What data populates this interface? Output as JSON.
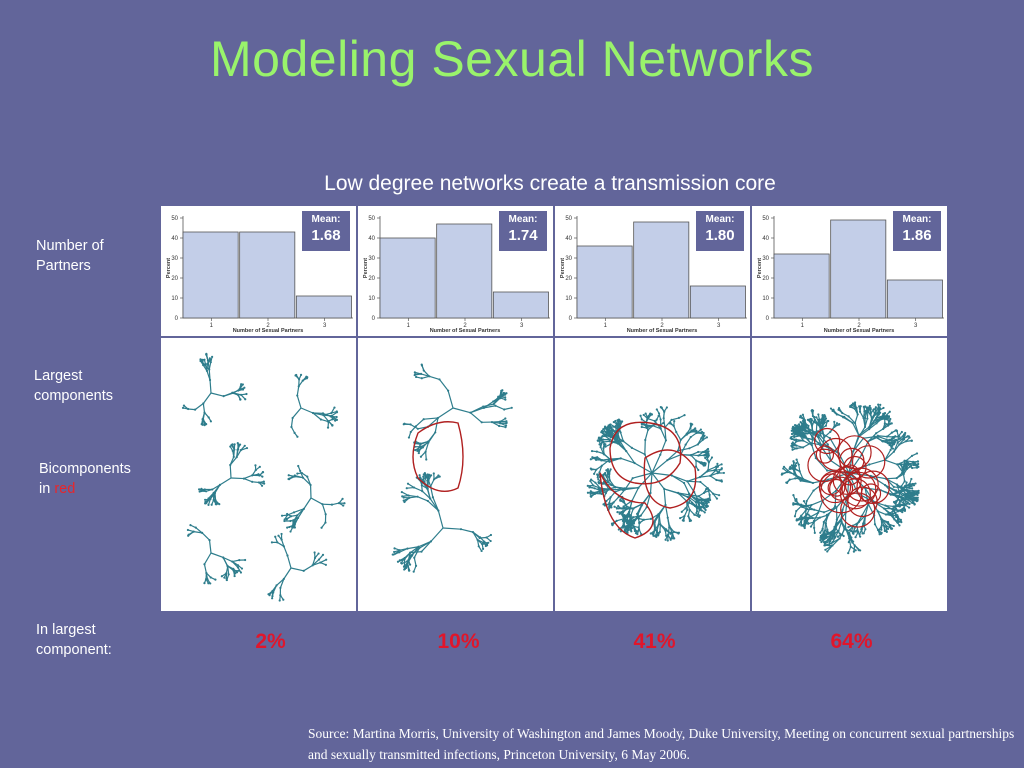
{
  "title": "Modeling Sexual Networks",
  "subtitle": "Low degree networks create a transmission core",
  "labels": {
    "number_of_partners": [
      "Number of",
      "Partners"
    ],
    "largest_components": [
      "Largest",
      "components"
    ],
    "bicomponents_prefix": "Bicomponents",
    "bicomponents_in": "in ",
    "bicomponents_red": "red",
    "in_largest": [
      "In largest",
      "component:"
    ]
  },
  "panels": [
    {
      "mean_label": "Mean:",
      "mean_value": "1.68",
      "percent": "2%"
    },
    {
      "mean_label": "Mean:",
      "mean_value": "1.74",
      "percent": "10%"
    },
    {
      "mean_label": "Mean:",
      "mean_value": "1.80",
      "percent": "41%"
    },
    {
      "mean_label": "Mean:",
      "mean_value": "1.86",
      "percent": "64%"
    }
  ],
  "source": "Source:  Martina Morris, University of Washington and James Moody, Duke University,  Meeting on concurrent sexual partnerships and sexually transmitted infections, Princeton University, 6 May 2006.",
  "colors": {
    "background": "#62659a",
    "title": "#99f36b",
    "bar_fill": "#c3cee8",
    "network": "#2e7d8c",
    "bicomponent": "#b02020",
    "percent": "#e0162b"
  },
  "chart_data": [
    {
      "type": "bar",
      "categories": [
        "1",
        "2",
        "3"
      ],
      "values": [
        43,
        43,
        11
      ],
      "xlabel": "Number of Sexual Partners",
      "ylabel": "Percent",
      "ylim": [
        0,
        50
      ],
      "yticks": [
        "0",
        "10",
        "20",
        "30",
        "40",
        "50"
      ]
    },
    {
      "type": "bar",
      "categories": [
        "1",
        "2",
        "3"
      ],
      "values": [
        40,
        47,
        13
      ],
      "xlabel": "Number of Sexual Partners",
      "ylabel": "Percent",
      "ylim": [
        0,
        50
      ],
      "yticks": [
        "0",
        "10",
        "20",
        "30",
        "40",
        "50"
      ]
    },
    {
      "type": "bar",
      "categories": [
        "1",
        "2",
        "3"
      ],
      "values": [
        36,
        48,
        16
      ],
      "xlabel": "Number of Sexual Partners",
      "ylabel": "Percent",
      "ylim": [
        0,
        50
      ],
      "yticks": [
        "0",
        "10",
        "20",
        "30",
        "40",
        "50"
      ]
    },
    {
      "type": "bar",
      "categories": [
        "1",
        "2",
        "3"
      ],
      "values": [
        32,
        49,
        19
      ],
      "xlabel": "Number of Sexual Partners",
      "ylabel": "Percent",
      "ylim": [
        0,
        50
      ],
      "yticks": [
        "0",
        "10",
        "20",
        "30",
        "40",
        "50"
      ]
    }
  ]
}
